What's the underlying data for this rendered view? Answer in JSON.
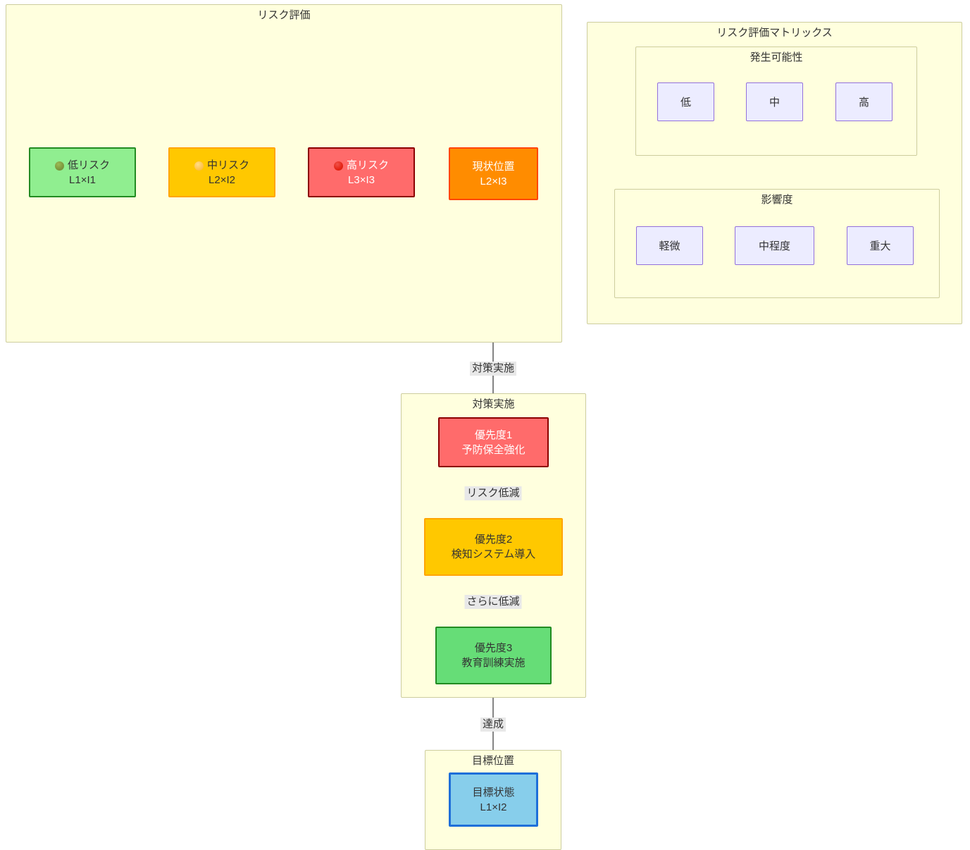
{
  "diagram": {
    "type": "flowchart",
    "direction": "top-down",
    "background": "#ffffff"
  },
  "palette": {
    "cluster_fill": "#ffffde",
    "cluster_border": "#cdcd9e",
    "edge_stroke": "#333333",
    "edge_label_bg": "#e8e8e8",
    "low_fill": "#90ee90",
    "low_border": "#228b22",
    "medium_fill": "#ffc800",
    "medium_border": "#ffa500",
    "high_fill": "#ff6b6b",
    "high_border": "#8b0000",
    "current_fill": "#ff8c00",
    "current_border": "#ff4500",
    "target_fill": "#87ceeb",
    "target_border": "#1e6fd9",
    "matrix_fill": "#ececff",
    "matrix_border": "#9370db"
  },
  "clusters": {
    "risk_assessment": {
      "title": "リスク評価"
    },
    "risk_matrix": {
      "title": "リスク評価マトリックス"
    },
    "likelihood": {
      "title": "発生可能性"
    },
    "impact": {
      "title": "影響度"
    },
    "countermeasures": {
      "title": "対策実施"
    },
    "target_position": {
      "title": "目標位置"
    }
  },
  "nodes": {
    "low_risk": {
      "icon": "green-circle-icon",
      "label": "低リスク",
      "score": "L1×I1"
    },
    "medium_risk": {
      "icon": "yellow-circle-icon",
      "label": "中リスク",
      "score": "L2×I2"
    },
    "high_risk": {
      "icon": "red-circle-icon",
      "label": "高リスク",
      "score": "L3×I3"
    },
    "current_position": {
      "label": "現状位置",
      "score": "L2×I3"
    },
    "priority1": {
      "label": "優先度1",
      "detail": "予防保全強化"
    },
    "priority2": {
      "label": "優先度2",
      "detail": "検知システム導入"
    },
    "priority3": {
      "label": "優先度3",
      "detail": "教育訓練実施"
    },
    "target_state": {
      "label": "目標状態",
      "score": "L1×I2"
    }
  },
  "matrix": {
    "likelihood_levels": [
      "低",
      "中",
      "高"
    ],
    "impact_levels": [
      "軽微",
      "中程度",
      "重大"
    ]
  },
  "edges": [
    {
      "from": "current_position",
      "to": "priority1",
      "label": "対策実施"
    },
    {
      "from": "priority1",
      "to": "priority2",
      "label": "リスク低減"
    },
    {
      "from": "priority2",
      "to": "priority3",
      "label": "さらに低減"
    },
    {
      "from": "priority3",
      "to": "target_state",
      "label": "達成"
    }
  ],
  "edge_labels": {
    "e1": "対策実施",
    "e2": "リスク低減",
    "e3": "さらに低減",
    "e4": "達成"
  }
}
